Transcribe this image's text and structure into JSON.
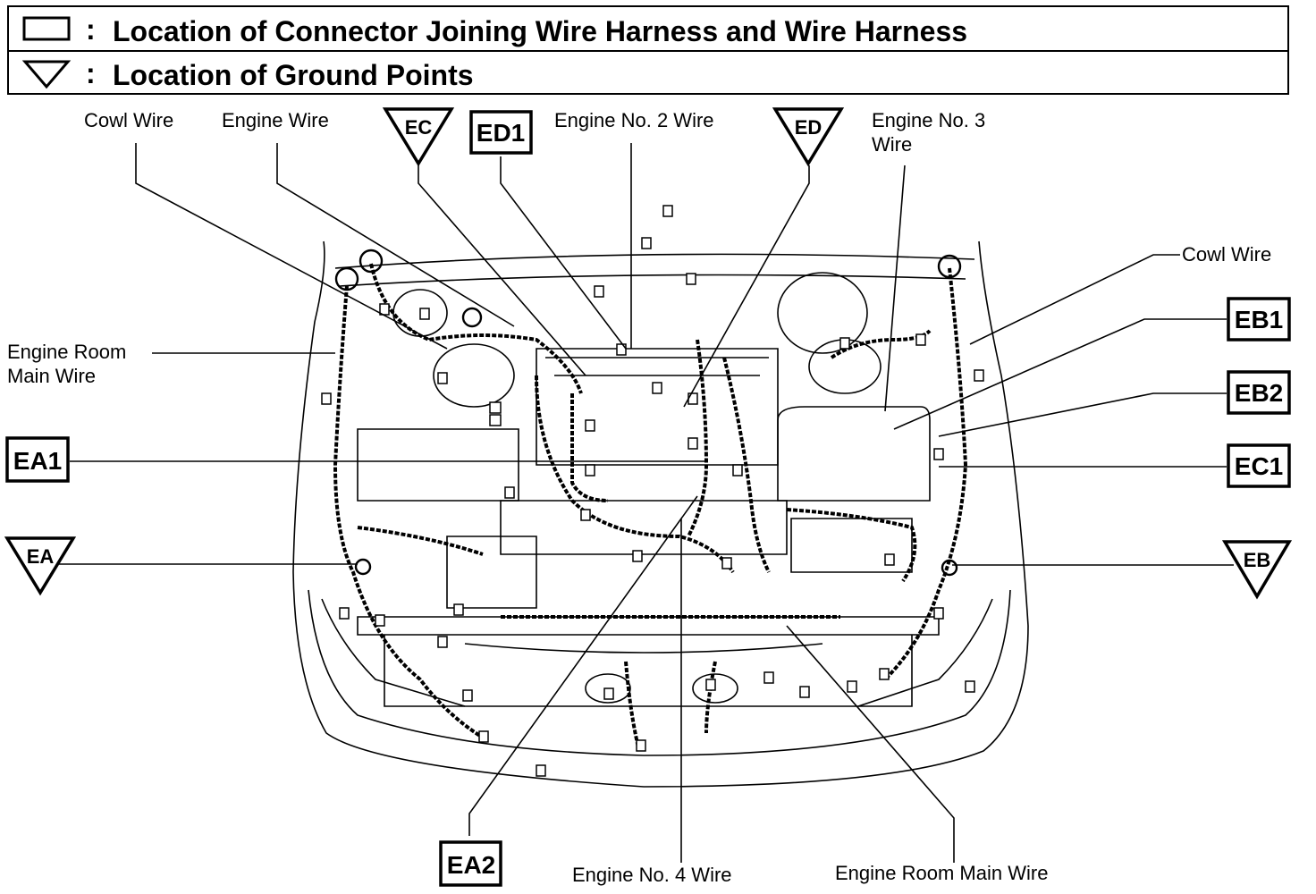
{
  "legend": {
    "connector_text": "Location of Connector Joining Wire Harness and Wire Harness",
    "ground_text": "Location of Ground Points",
    "colon": ":"
  },
  "labels": {
    "cowl_wire_left": "Cowl Wire",
    "engine_wire": "Engine Wire",
    "engine_no2_wire": "Engine No. 2 Wire",
    "engine_no3_line1": "Engine No. 3",
    "engine_no3_line2": "Wire",
    "cowl_wire_right": "Cowl Wire",
    "engine_room_main_line1": "Engine Room",
    "engine_room_main_line2": "Main Wire",
    "engine_no4_wire": "Engine No. 4 Wire",
    "engine_room_main_bottom": "Engine Room Main Wire"
  },
  "connectors": {
    "ed1": "ED1",
    "eb1": "EB1",
    "eb2": "EB2",
    "ec1": "EC1",
    "ea1": "EA1",
    "ea2": "EA2"
  },
  "grounds": {
    "ec": "EC",
    "ed": "ED",
    "ea": "EA",
    "eb": "EB"
  }
}
